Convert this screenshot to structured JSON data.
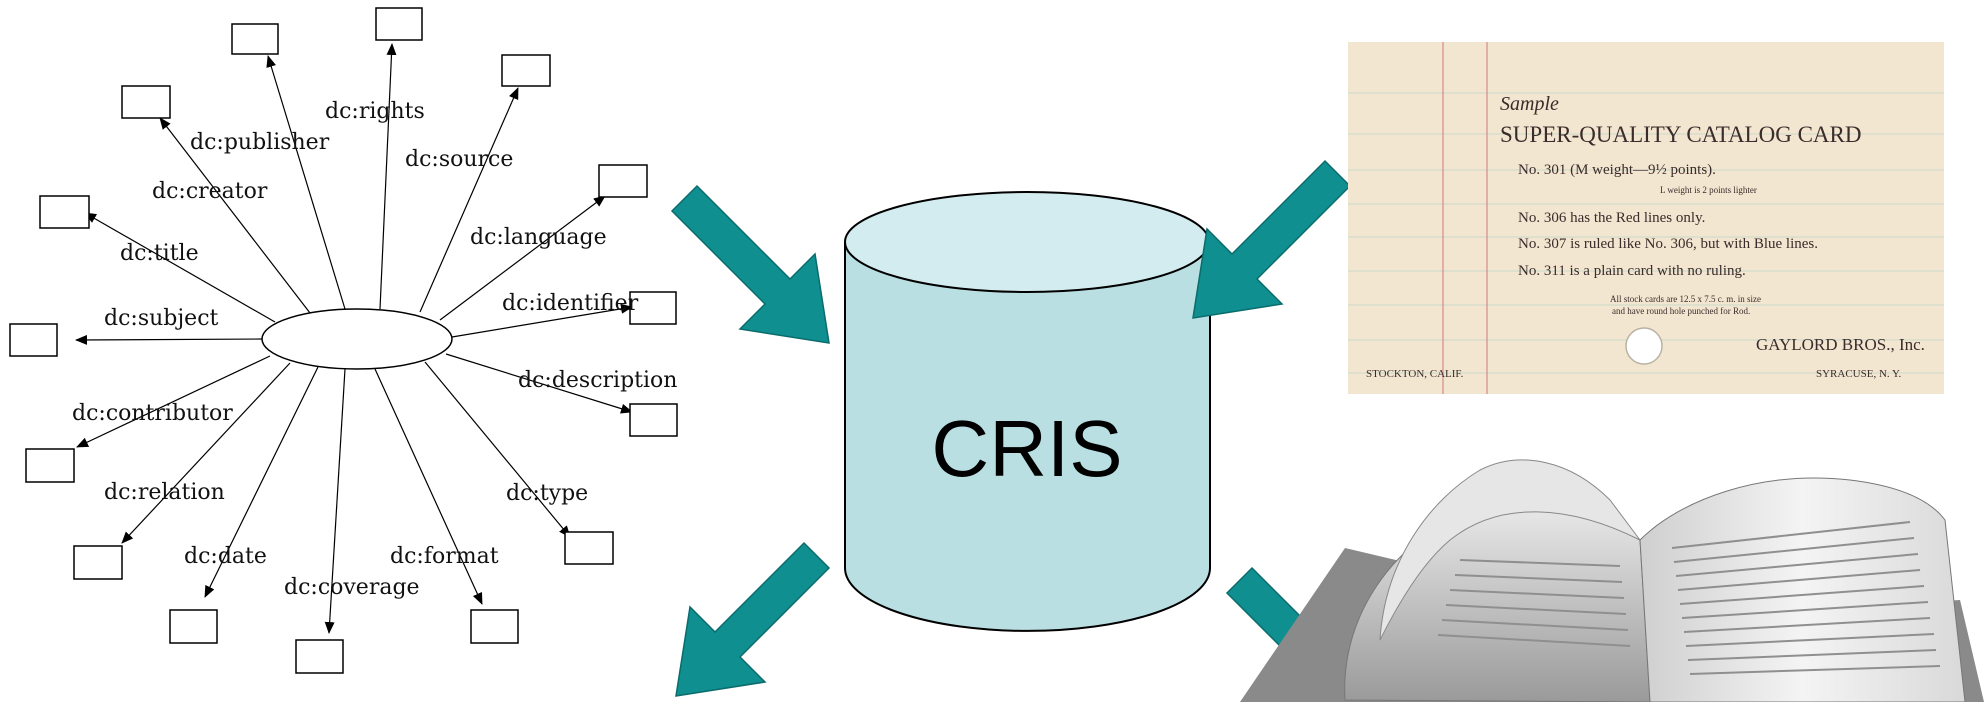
{
  "dublin_core": {
    "labels": {
      "rights": "dc:rights",
      "publisher": "dc:publisher",
      "source": "dc:source",
      "creator": "dc:creator",
      "language": "dc:language",
      "title": "dc:title",
      "identifier": "dc:identifier",
      "subject": "dc:subject",
      "description": "dc:description",
      "contributor": "dc:contributor",
      "relation": "dc:relation",
      "type": "dc:type",
      "date": "dc:date",
      "format": "dc:format",
      "coverage": "dc:coverage"
    }
  },
  "cris": {
    "label": "CRIS",
    "fill_color": "#b9dfe3",
    "top_color": "#d3ecef"
  },
  "arrows": {
    "color": "#0f8f8f"
  },
  "catalog_card": {
    "heading": "Sample",
    "title": "SUPER-QUALITY CATALOG CARD",
    "line1": "No. 301 (M weight—9½ points).",
    "line1_note": "L weight is 2 points lighter",
    "line2": "No. 306 has the Red lines only.",
    "line3": "No. 307 is ruled like No. 306, but with Blue lines.",
    "line4": "No. 311 is a plain card with no ruling.",
    "note_a": "All stock cards are 12.5 x 7.5 c. m. in size",
    "note_b": "and have round hole punched for Rod.",
    "company": "GAYLORD BROS., Inc.",
    "city_left": "STOCKTON, CALIF.",
    "city_right": "SYRACUSE, N. Y."
  }
}
